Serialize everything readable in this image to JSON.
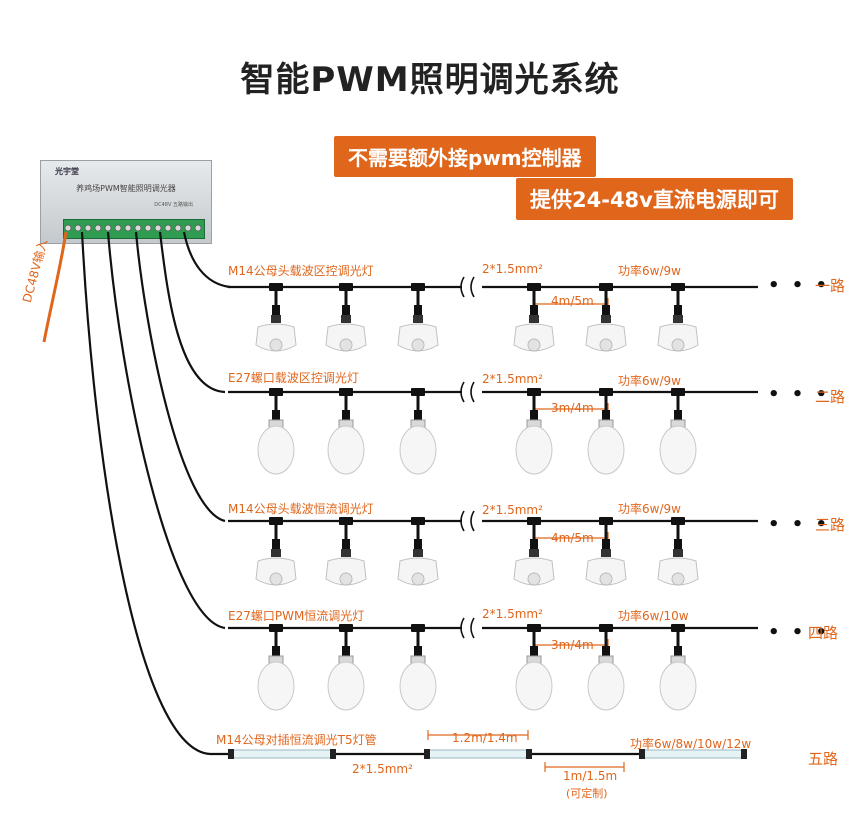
{
  "title": "智能PWM照明调光系统",
  "badges": {
    "no_controller": "不需要额外接pwm控制器",
    "dc_supply": "提供24-48v直流电源即可"
  },
  "controller": {
    "brand": "光宇堂",
    "name": "养鸡场PWM智能照明调光器",
    "spec": "DC48V 五路输出"
  },
  "dc_input": "DC48V输入",
  "lines": [
    {
      "title": "M14公母头载波区控调光灯",
      "cable": "2*1.5mm²",
      "power": "功率6w/9w",
      "spacing": "4m/5m",
      "route": "一路"
    },
    {
      "title": "E27螺口载波区控调光灯",
      "cable": "2*1.5mm²",
      "power": "功率6w/9w",
      "spacing": "3m/4m",
      "route": "二路"
    },
    {
      "title": "M14公母头载波恒流调光灯",
      "cable": "2*1.5mm²",
      "power": "功率6w/9w",
      "spacing": "4m/5m",
      "route": "三路"
    },
    {
      "title": "E27螺口PWM恒流调光灯",
      "cable": "2*1.5mm²",
      "power": "功率6w/10w",
      "spacing": "3m/4m",
      "route": "四路"
    }
  ],
  "tube_line": {
    "title": "M14公母对插恒流调光T5灯管",
    "cable": "2*1.5mm²",
    "tube_length": "1.2m/1.4m",
    "power": "功率6w/8w/10w/12w",
    "extension": "1m/1.5m",
    "custom": "(可定制)",
    "route": "五路"
  },
  "ellipsis": "• • •",
  "colors": {
    "accent": "#e0661c",
    "wire": "#111111",
    "terminal": "#2f9c52"
  }
}
